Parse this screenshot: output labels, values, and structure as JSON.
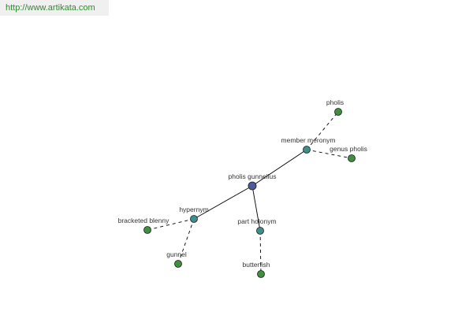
{
  "header": {
    "source_url": "http://www.artikata.com"
  },
  "colors": {
    "center": "#4a5a9a",
    "relation": "#3f8f8a",
    "leaf": "#3f8f3f",
    "stroke": "#1a1a1a",
    "edge": "#000000"
  },
  "graph": {
    "nodes": [
      {
        "id": "center",
        "label": "pholis gunnellus",
        "kind": "center"
      },
      {
        "id": "member",
        "label": "member meronym",
        "kind": "relation"
      },
      {
        "id": "hyper",
        "label": "hypernym",
        "kind": "relation"
      },
      {
        "id": "part",
        "label": "part holonym",
        "kind": "relation"
      },
      {
        "id": "pholis",
        "label": "pholis",
        "kind": "leaf"
      },
      {
        "id": "genus",
        "label": "genus pholis",
        "kind": "leaf"
      },
      {
        "id": "bracketed",
        "label": "bracketed blenny",
        "kind": "leaf"
      },
      {
        "id": "gunnel",
        "label": "gunnel",
        "kind": "leaf"
      },
      {
        "id": "butterfish",
        "label": "butterfish",
        "kind": "leaf"
      }
    ],
    "edges": [
      {
        "from": "center",
        "to": "member",
        "style": "solid"
      },
      {
        "from": "center",
        "to": "hyper",
        "style": "solid"
      },
      {
        "from": "center",
        "to": "part",
        "style": "solid"
      },
      {
        "from": "member",
        "to": "pholis",
        "style": "dashed"
      },
      {
        "from": "member",
        "to": "genus",
        "style": "dashed"
      },
      {
        "from": "hyper",
        "to": "bracketed",
        "style": "dashed"
      },
      {
        "from": "hyper",
        "to": "gunnel",
        "style": "dashed"
      },
      {
        "from": "part",
        "to": "butterfish",
        "style": "dashed"
      }
    ]
  }
}
